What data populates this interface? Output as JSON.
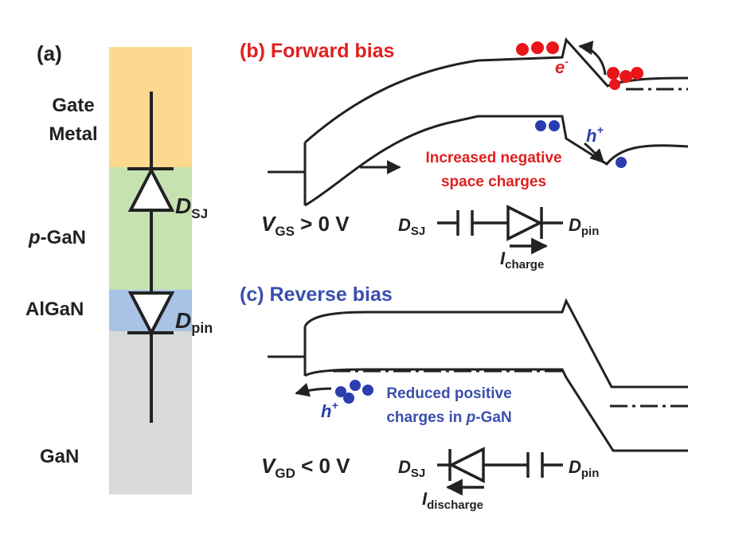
{
  "panel_a": {
    "label": "(a)",
    "layers": {
      "gate_metal_line1": "Gate",
      "gate_metal_line2": "Metal",
      "pgan_prefix": "p",
      "pgan_suffix": "-GaN",
      "algan": "AlGaN",
      "gan": "GaN"
    },
    "diode_sj": {
      "main": "D",
      "sub": "SJ"
    },
    "diode_pin": {
      "main": "D",
      "sub": "pin"
    },
    "colors": {
      "gate": "#fbd98f",
      "pgan": "#c6e2b1",
      "algan": "#a8c3e6",
      "gan": "#d9d9d9"
    }
  },
  "panel_b": {
    "title": "(b) Forward bias",
    "electron_main": "e",
    "electron_sup": "-",
    "hole_main": "h",
    "hole_sup": "+",
    "note_line1": "Increased negative",
    "note_line2": "space charges",
    "bias_v": "V",
    "bias_sub": "GS",
    "bias_rest": " > 0 V",
    "dsj": {
      "main": "D",
      "sub": "SJ"
    },
    "dpin": {
      "main": "D",
      "sub": "pin"
    },
    "current": {
      "main": "I",
      "sub": "charge"
    },
    "color": "#e02020"
  },
  "panel_c": {
    "title": "(c) Reverse bias",
    "hole_main": "h",
    "hole_sup": "+",
    "note_line1": "Reduced positive",
    "note_line2_a": "charges in ",
    "note_line2_b": "p",
    "note_line2_c": "-GaN",
    "bias_v": "V",
    "bias_sub": "GD",
    "bias_rest": " < 0 V",
    "dsj": {
      "main": "D",
      "sub": "SJ"
    },
    "dpin": {
      "main": "D",
      "sub": "pin"
    },
    "current": {
      "main": "I",
      "sub": "discharge"
    },
    "color": "#3a4fae"
  },
  "colors": {
    "line": "#222222",
    "electron": "#e8151b",
    "hole": "#2a3eb0"
  }
}
